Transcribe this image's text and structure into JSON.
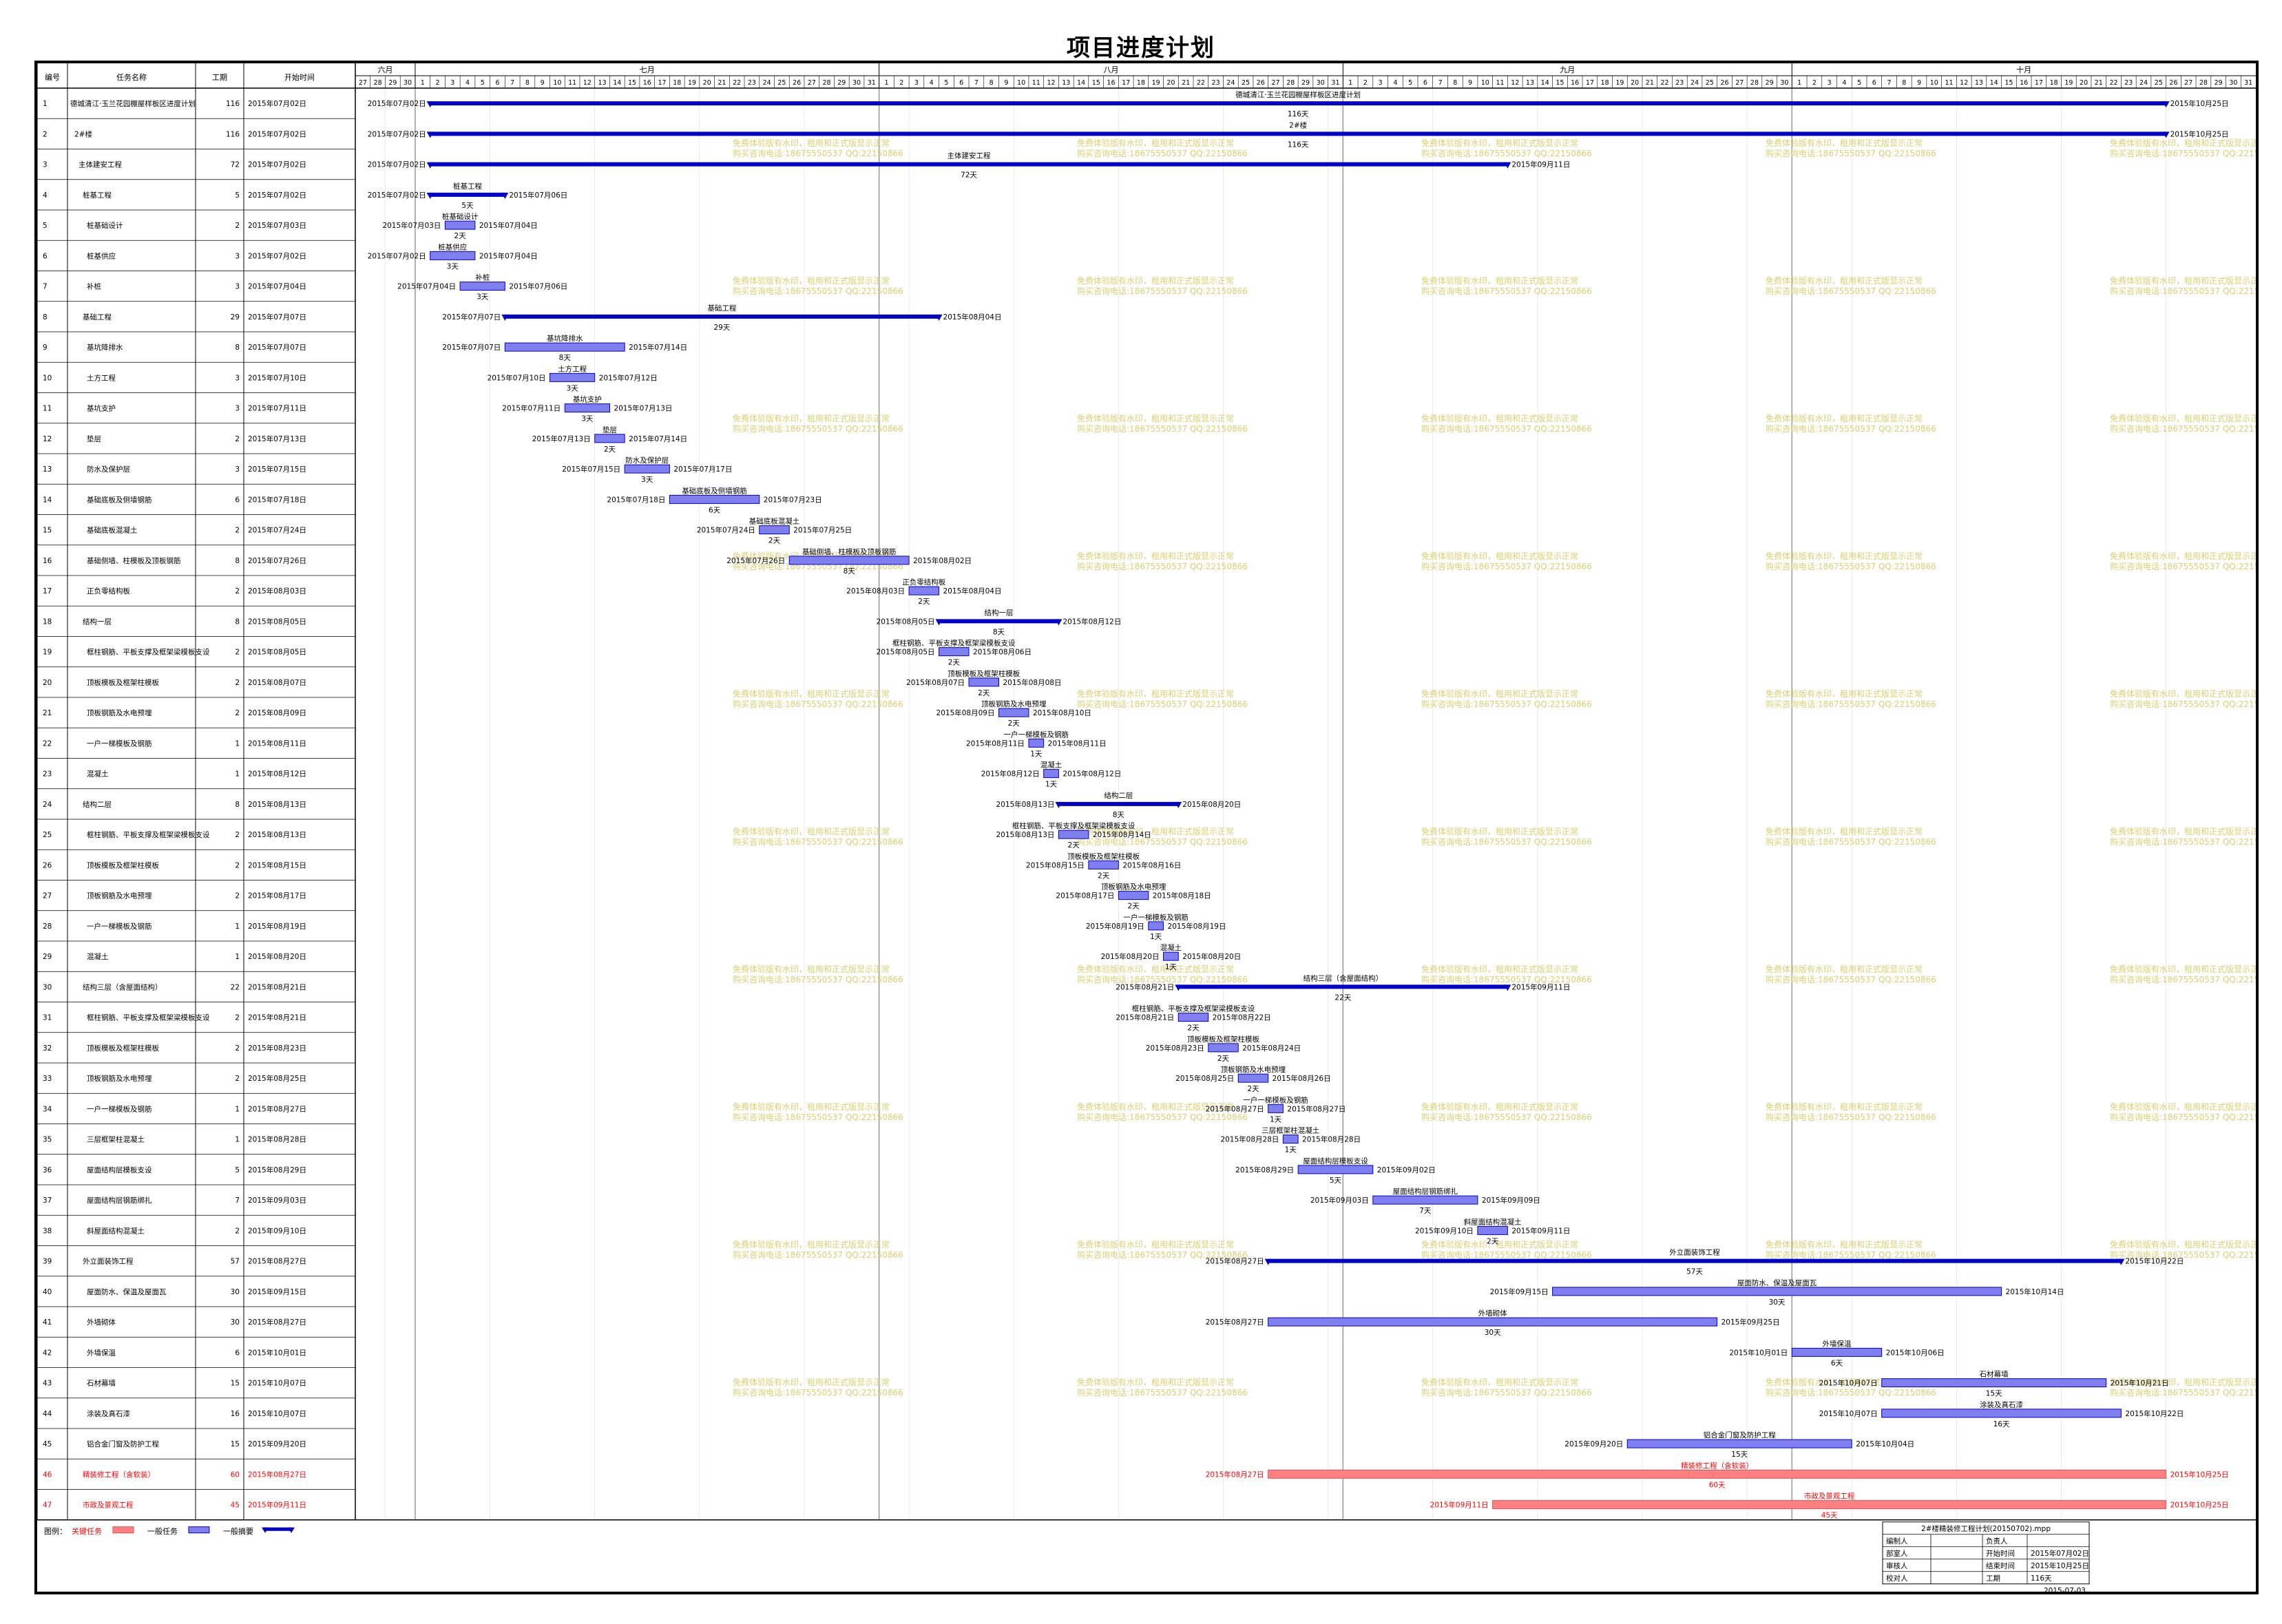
{
  "page_title": "项目进度计划",
  "headers": {
    "id": "编号",
    "name": "任务名称",
    "duration": "工期",
    "start": "开始时间"
  },
  "months": [
    {
      "label": "六月",
      "start": "2015-06-27",
      "end": "2015-06-30"
    },
    {
      "label": "七月",
      "start": "2015-07-01",
      "end": "2015-07-31"
    },
    {
      "label": "八月",
      "start": "2015-08-01",
      "end": "2015-08-31"
    },
    {
      "label": "九月",
      "start": "2015-09-01",
      "end": "2015-09-30"
    },
    {
      "label": "十月",
      "start": "2015-10-01",
      "end": "2015-10-31"
    }
  ],
  "watermark": [
    "免费体验版有水印，租用和正式版显示正常",
    "购买咨询电话:18675550537 QQ:22150866"
  ],
  "legend": {
    "label": "图例：",
    "items": [
      {
        "name": "关键任务",
        "kind": "critical"
      },
      {
        "name": "一般任务",
        "kind": "normal"
      },
      {
        "name": "一般摘要",
        "kind": "summary"
      }
    ]
  },
  "info_box": {
    "file": "2#楼精装修工程计划(20150702).mpp",
    "rows": [
      [
        "编制人",
        "",
        "负责人",
        ""
      ],
      [
        "部室人",
        "",
        "开始时间",
        "2015年07月02日"
      ],
      [
        "审核人",
        "",
        "结束时间",
        "2015年10月25日"
      ],
      [
        "校对人",
        "",
        "工期",
        "116天"
      ]
    ],
    "print_date": "2015-07-03"
  },
  "colors": {
    "summary": "#0000cc",
    "normal_fill": "#7f7ff0",
    "normal_border": "#0000cc",
    "critical_fill": "#ff8080",
    "critical_text": "#ff0000",
    "grid": "#999999",
    "watermark": "#d8d070"
  },
  "chart_data": {
    "type": "gantt",
    "title": "项目进度计划",
    "x_range": [
      "2015-06-27",
      "2015-10-31"
    ],
    "tasks": [
      {
        "id": 1,
        "name": "德城清江·玉兰花园棚屋样板区进度计划",
        "duration": "116",
        "start": "2015年07月02日",
        "bar_start": "2015-07-02",
        "bar_end": "2015-10-25",
        "kind": "summary",
        "indent": 0,
        "start_label": "2015年07月02日",
        "end_label": "2015年10月25日",
        "above": "德城清江·玉兰花园棚屋样板区进度计划",
        "below": "116天"
      },
      {
        "id": 2,
        "name": "2#楼",
        "duration": "116",
        "start": "2015年07月02日",
        "bar_start": "2015-07-02",
        "bar_end": "2015-10-25",
        "kind": "summary",
        "indent": 1,
        "start_label": "2015年07月02日",
        "end_label": "2015年10月25日",
        "above": "2#楼",
        "below": "116天"
      },
      {
        "id": 3,
        "name": "主体建安工程",
        "duration": "72",
        "start": "2015年07月02日",
        "bar_start": "2015-07-02",
        "bar_end": "2015-09-11",
        "kind": "summary",
        "indent": 2,
        "start_label": "2015年07月02日",
        "end_label": "2015年09月11日",
        "above": "主体建安工程",
        "below": "72天"
      },
      {
        "id": 4,
        "name": "桩基工程",
        "duration": "5",
        "start": "2015年07月02日",
        "bar_start": "2015-07-02",
        "bar_end": "2015-07-06",
        "kind": "summary",
        "indent": 3,
        "start_label": "2015年07月02日",
        "end_label": "2015年07月06日",
        "above": "桩基工程",
        "below": "5天"
      },
      {
        "id": 5,
        "name": "桩基础设计",
        "duration": "2",
        "start": "2015年07月03日",
        "bar_start": "2015-07-03",
        "bar_end": "2015-07-04",
        "kind": "normal",
        "indent": 4,
        "start_label": "2015年07月03日",
        "end_label": "2015年07月04日",
        "above": "桩基础设计",
        "below": "2天"
      },
      {
        "id": 6,
        "name": "桩基供应",
        "duration": "3",
        "start": "2015年07月02日",
        "bar_start": "2015-07-02",
        "bar_end": "2015-07-04",
        "kind": "normal",
        "indent": 4,
        "start_label": "2015年07月02日",
        "end_label": "2015年07月04日",
        "above": "桩基供应",
        "below": "3天"
      },
      {
        "id": 7,
        "name": "补桩",
        "duration": "3",
        "start": "2015年07月04日",
        "bar_start": "2015-07-04",
        "bar_end": "2015-07-06",
        "kind": "normal",
        "indent": 4,
        "start_label": "2015年07月04日",
        "end_label": "2015年07月06日",
        "above": "补桩",
        "below": "3天"
      },
      {
        "id": 8,
        "name": "基础工程",
        "duration": "29",
        "start": "2015年07月07日",
        "bar_start": "2015-07-07",
        "bar_end": "2015-08-04",
        "kind": "summary",
        "indent": 3,
        "start_label": "2015年07月07日",
        "end_label": "2015年08月04日",
        "above": "基础工程",
        "below": "29天"
      },
      {
        "id": 9,
        "name": "基坑降排水",
        "duration": "8",
        "start": "2015年07月07日",
        "bar_start": "2015-07-07",
        "bar_end": "2015-07-14",
        "kind": "normal",
        "indent": 4,
        "start_label": "2015年07月07日",
        "end_label": "2015年07月14日",
        "above": "基坑降排水",
        "below": "8天"
      },
      {
        "id": 10,
        "name": "土方工程",
        "duration": "3",
        "start": "2015年07月10日",
        "bar_start": "2015-07-10",
        "bar_end": "2015-07-12",
        "kind": "normal",
        "indent": 4,
        "start_label": "2015年07月10日",
        "end_label": "2015年07月12日",
        "above": "土方工程",
        "below": "3天"
      },
      {
        "id": 11,
        "name": "基坑支护",
        "duration": "3",
        "start": "2015年07月11日",
        "bar_start": "2015-07-11",
        "bar_end": "2015-07-13",
        "kind": "normal",
        "indent": 4,
        "start_label": "2015年07月11日",
        "end_label": "2015年07月13日",
        "above": "基坑支护",
        "below": "3天"
      },
      {
        "id": 12,
        "name": "垫层",
        "duration": "2",
        "start": "2015年07月13日",
        "bar_start": "2015-07-13",
        "bar_end": "2015-07-14",
        "kind": "normal",
        "indent": 4,
        "start_label": "2015年07月13日",
        "end_label": "2015年07月14日",
        "above": "垫层",
        "below": "2天"
      },
      {
        "id": 13,
        "name": "防水及保护层",
        "duration": "3",
        "start": "2015年07月15日",
        "bar_start": "2015-07-15",
        "bar_end": "2015-07-17",
        "kind": "normal",
        "indent": 4,
        "start_label": "2015年07月15日",
        "end_label": "2015年07月17日",
        "above": "防水及保护层",
        "below": "3天"
      },
      {
        "id": 14,
        "name": "基础底板及侧墙钢筋",
        "duration": "6",
        "start": "2015年07月18日",
        "bar_start": "2015-07-18",
        "bar_end": "2015-07-23",
        "kind": "normal",
        "indent": 4,
        "start_label": "2015年07月18日",
        "end_label": "2015年07月23日",
        "above": "基础底板及侧墙钢筋",
        "below": "6天"
      },
      {
        "id": 15,
        "name": "基础底板混凝土",
        "duration": "2",
        "start": "2015年07月24日",
        "bar_start": "2015-07-24",
        "bar_end": "2015-07-25",
        "kind": "normal",
        "indent": 4,
        "start_label": "2015年07月24日",
        "end_label": "2015年07月25日",
        "above": "基础底板混凝土",
        "below": "2天"
      },
      {
        "id": 16,
        "name": "基础侧墙、柱模板及顶板钢筋",
        "duration": "8",
        "start": "2015年07月26日",
        "bar_start": "2015-07-26",
        "bar_end": "2015-08-02",
        "kind": "normal",
        "indent": 4,
        "start_label": "2015年07月26日",
        "end_label": "2015年08月02日",
        "above": "基础侧墙、柱模板及顶板钢筋",
        "below": "8天"
      },
      {
        "id": 17,
        "name": "正负零结构板",
        "duration": "2",
        "start": "2015年08月03日",
        "bar_start": "2015-08-03",
        "bar_end": "2015-08-04",
        "kind": "normal",
        "indent": 4,
        "start_label": "2015年08月03日",
        "end_label": "2015年08月04日",
        "above": "正负零结构板",
        "below": "2天"
      },
      {
        "id": 18,
        "name": "结构一层",
        "duration": "8",
        "start": "2015年08月05日",
        "bar_start": "2015-08-05",
        "bar_end": "2015-08-12",
        "kind": "summary",
        "indent": 3,
        "start_label": "2015年08月05日",
        "end_label": "2015年08月12日",
        "above": "结构一层",
        "below": "8天"
      },
      {
        "id": 19,
        "name": "框柱钢筋、平板支撑及框架梁模板支设",
        "duration": "2",
        "start": "2015年08月05日",
        "bar_start": "2015-08-05",
        "bar_end": "2015-08-06",
        "kind": "normal",
        "indent": 4,
        "start_label": "2015年08月05日",
        "end_label": "2015年08月06日",
        "above": "框柱钢筋、平板支撑及框架梁模板支设",
        "below": "2天"
      },
      {
        "id": 20,
        "name": "顶板模板及框架柱模板",
        "duration": "2",
        "start": "2015年08月07日",
        "bar_start": "2015-08-07",
        "bar_end": "2015-08-08",
        "kind": "normal",
        "indent": 4,
        "start_label": "2015年08月07日",
        "end_label": "2015年08月08日",
        "above": "顶板模板及框架柱模板",
        "below": "2天"
      },
      {
        "id": 21,
        "name": "顶板钢筋及水电预埋",
        "duration": "2",
        "start": "2015年08月09日",
        "bar_start": "2015-08-09",
        "bar_end": "2015-08-10",
        "kind": "normal",
        "indent": 4,
        "start_label": "2015年08月09日",
        "end_label": "2015年08月10日",
        "above": "顶板钢筋及水电预埋",
        "below": "2天"
      },
      {
        "id": 22,
        "name": "一户一梯模板及钢筋",
        "duration": "1",
        "start": "2015年08月11日",
        "bar_start": "2015-08-11",
        "bar_end": "2015-08-11",
        "kind": "normal",
        "indent": 4,
        "start_label": "2015年08月11日",
        "end_label": "2015年08月11日",
        "above": "一户一梯模板及钢筋",
        "below": "1天"
      },
      {
        "id": 23,
        "name": "混凝土",
        "duration": "1",
        "start": "2015年08月12日",
        "bar_start": "2015-08-12",
        "bar_end": "2015-08-12",
        "kind": "normal",
        "indent": 4,
        "start_label": "2015年08月12日",
        "end_label": "2015年08月12日",
        "above": "混凝土",
        "below": "1天"
      },
      {
        "id": 24,
        "name": "结构二层",
        "duration": "8",
        "start": "2015年08月13日",
        "bar_start": "2015-08-13",
        "bar_end": "2015-08-20",
        "kind": "summary",
        "indent": 3,
        "start_label": "2015年08月13日",
        "end_label": "2015年08月20日",
        "above": "结构二层",
        "below": "8天"
      },
      {
        "id": 25,
        "name": "框柱钢筋、平板支撑及框架梁模板支设",
        "duration": "2",
        "start": "2015年08月13日",
        "bar_start": "2015-08-13",
        "bar_end": "2015-08-14",
        "kind": "normal",
        "indent": 4,
        "start_label": "2015年08月13日",
        "end_label": "2015年08月14日",
        "above": "框柱钢筋、平板支撑及框架梁模板支设",
        "below": "2天"
      },
      {
        "id": 26,
        "name": "顶板模板及框架柱模板",
        "duration": "2",
        "start": "2015年08月15日",
        "bar_start": "2015-08-15",
        "bar_end": "2015-08-16",
        "kind": "normal",
        "indent": 4,
        "start_label": "2015年08月15日",
        "end_label": "2015年08月16日",
        "above": "顶板模板及框架柱模板",
        "below": "2天"
      },
      {
        "id": 27,
        "name": "顶板钢筋及水电预埋",
        "duration": "2",
        "start": "2015年08月17日",
        "bar_start": "2015-08-17",
        "bar_end": "2015-08-18",
        "kind": "normal",
        "indent": 4,
        "start_label": "2015年08月17日",
        "end_label": "2015年08月18日",
        "above": "顶板钢筋及水电预埋",
        "below": "2天"
      },
      {
        "id": 28,
        "name": "一户一梯模板及钢筋",
        "duration": "1",
        "start": "2015年08月19日",
        "bar_start": "2015-08-19",
        "bar_end": "2015-08-19",
        "kind": "normal",
        "indent": 4,
        "start_label": "2015年08月19日",
        "end_label": "2015年08月19日",
        "above": "一户一梯模板及钢筋",
        "below": "1天"
      },
      {
        "id": 29,
        "name": "混凝土",
        "duration": "1",
        "start": "2015年08月20日",
        "bar_start": "2015-08-20",
        "bar_end": "2015-08-20",
        "kind": "normal",
        "indent": 4,
        "start_label": "2015年08月20日",
        "end_label": "2015年08月20日",
        "above": "混凝土",
        "below": "1天"
      },
      {
        "id": 30,
        "name": "结构三层（含屋面结构）",
        "duration": "22",
        "start": "2015年08月21日",
        "bar_start": "2015-08-21",
        "bar_end": "2015-09-11",
        "kind": "summary",
        "indent": 3,
        "start_label": "2015年08月21日",
        "end_label": "2015年09月11日",
        "above": "结构三层（含屋面结构）",
        "below": "22天"
      },
      {
        "id": 31,
        "name": "框柱钢筋、平板支撑及框架梁模板支设",
        "duration": "2",
        "start": "2015年08月21日",
        "bar_start": "2015-08-21",
        "bar_end": "2015-08-22",
        "kind": "normal",
        "indent": 4,
        "start_label": "2015年08月21日",
        "end_label": "2015年08月22日",
        "above": "框柱钢筋、平板支撑及框架梁模板支设",
        "below": "2天"
      },
      {
        "id": 32,
        "name": "顶板模板及框架柱模板",
        "duration": "2",
        "start": "2015年08月23日",
        "bar_start": "2015-08-23",
        "bar_end": "2015-08-24",
        "kind": "normal",
        "indent": 4,
        "start_label": "2015年08月23日",
        "end_label": "2015年08月24日",
        "above": "顶板模板及框架柱模板",
        "below": "2天"
      },
      {
        "id": 33,
        "name": "顶板钢筋及水电预埋",
        "duration": "2",
        "start": "2015年08月25日",
        "bar_start": "2015-08-25",
        "bar_end": "2015-08-26",
        "kind": "normal",
        "indent": 4,
        "start_label": "2015年08月25日",
        "end_label": "2015年08月26日",
        "above": "顶板钢筋及水电预埋",
        "below": "2天"
      },
      {
        "id": 34,
        "name": "一户一梯模板及钢筋",
        "duration": "1",
        "start": "2015年08月27日",
        "bar_start": "2015-08-27",
        "bar_end": "2015-08-27",
        "kind": "normal",
        "indent": 4,
        "start_label": "2015年08月27日",
        "end_label": "2015年08月27日",
        "above": "一户一梯模板及钢筋",
        "below": "1天"
      },
      {
        "id": 35,
        "name": "三层框架柱混凝土",
        "duration": "1",
        "start": "2015年08月28日",
        "bar_start": "2015-08-28",
        "bar_end": "2015-08-28",
        "kind": "normal",
        "indent": 4,
        "start_label": "2015年08月28日",
        "end_label": "2015年08月28日",
        "above": "三层框架柱混凝土",
        "below": "1天"
      },
      {
        "id": 36,
        "name": "屋面结构层模板支设",
        "duration": "5",
        "start": "2015年08月29日",
        "bar_start": "2015-08-29",
        "bar_end": "2015-09-02",
        "kind": "normal",
        "indent": 4,
        "start_label": "2015年08月29日",
        "end_label": "2015年09月02日",
        "above": "屋面结构层模板支设",
        "below": "5天"
      },
      {
        "id": 37,
        "name": "屋面结构层钢筋绑扎",
        "duration": "7",
        "start": "2015年09月03日",
        "bar_start": "2015-09-03",
        "bar_end": "2015-09-09",
        "kind": "normal",
        "indent": 4,
        "start_label": "2015年09月03日",
        "end_label": "2015年09月09日",
        "above": "屋面结构层钢筋绑扎",
        "below": "7天"
      },
      {
        "id": 38,
        "name": "斜屋面结构混凝土",
        "duration": "2",
        "start": "2015年09月10日",
        "bar_start": "2015-09-10",
        "bar_end": "2015-09-11",
        "kind": "normal",
        "indent": 4,
        "start_label": "2015年09月10日",
        "end_label": "2015年09月11日",
        "above": "斜屋面结构混凝土",
        "below": "2天"
      },
      {
        "id": 39,
        "name": "外立面装饰工程",
        "duration": "57",
        "start": "2015年08月27日",
        "bar_start": "2015-08-27",
        "bar_end": "2015-10-22",
        "kind": "summary",
        "indent": 3,
        "start_label": "2015年08月27日",
        "end_label": "2015年10月22日",
        "above": "外立面装饰工程",
        "below": "57天"
      },
      {
        "id": 40,
        "name": "屋面防水、保温及屋面瓦",
        "duration": "30",
        "start": "2015年09月15日",
        "bar_start": "2015-09-15",
        "bar_end": "2015-10-14",
        "kind": "normal",
        "indent": 4,
        "start_label": "2015年09月15日",
        "end_label": "2015年10月14日",
        "above": "屋面防水、保温及屋面瓦",
        "below": "30天"
      },
      {
        "id": 41,
        "name": "外墙砌体",
        "duration": "30",
        "start": "2015年08月27日",
        "bar_start": "2015-08-27",
        "bar_end": "2015-09-25",
        "kind": "normal",
        "indent": 4,
        "start_label": "2015年08月27日",
        "end_label": "2015年09月25日",
        "above": "外墙砌体",
        "below": "30天"
      },
      {
        "id": 42,
        "name": "外墙保温",
        "duration": "6",
        "start": "2015年10月01日",
        "bar_start": "2015-10-01",
        "bar_end": "2015-10-06",
        "kind": "normal",
        "indent": 4,
        "start_label": "2015年10月01日",
        "end_label": "2015年10月06日",
        "above": "外墙保温",
        "below": "6天"
      },
      {
        "id": 43,
        "name": "石材幕墙",
        "duration": "15",
        "start": "2015年10月07日",
        "bar_start": "2015-10-07",
        "bar_end": "2015-10-21",
        "kind": "normal",
        "indent": 4,
        "start_label": "2015年10月07日",
        "end_label": "2015年10月21日",
        "above": "石材幕墙",
        "below": "15天"
      },
      {
        "id": 44,
        "name": "涂装及真石漆",
        "duration": "16",
        "start": "2015年10月07日",
        "bar_start": "2015-10-07",
        "bar_end": "2015-10-22",
        "kind": "normal",
        "indent": 4,
        "start_label": "2015年10月07日",
        "end_label": "2015年10月22日",
        "above": "涂装及真石漆",
        "below": "16天"
      },
      {
        "id": 45,
        "name": "铝合金门窗及防护工程",
        "duration": "15",
        "start": "2015年09月20日",
        "bar_start": "2015-09-20",
        "bar_end": "2015-10-04",
        "kind": "normal",
        "indent": 4,
        "start_label": "2015年09月20日",
        "end_label": "2015年10月04日",
        "above": "铝合金门窗及防护工程",
        "below": "15天"
      },
      {
        "id": 46,
        "name": "精装修工程（含软装）",
        "duration": "60",
        "start": "2015年08月27日",
        "bar_start": "2015-08-27",
        "bar_end": "2015-10-25",
        "kind": "critical",
        "indent": 3,
        "start_label": "2015年08月27日",
        "end_label": "2015年10月25日",
        "above": "精装修工程（含软装）",
        "below": "60天"
      },
      {
        "id": 47,
        "name": "市政及景观工程",
        "duration": "45",
        "start": "2015年09月11日",
        "bar_start": "2015-09-11",
        "bar_end": "2015-10-25",
        "kind": "critical",
        "indent": 3,
        "start_label": "2015年09月11日",
        "end_label": "2015年10月25日",
        "above": "市政及景观工程",
        "below": "45天"
      }
    ]
  }
}
